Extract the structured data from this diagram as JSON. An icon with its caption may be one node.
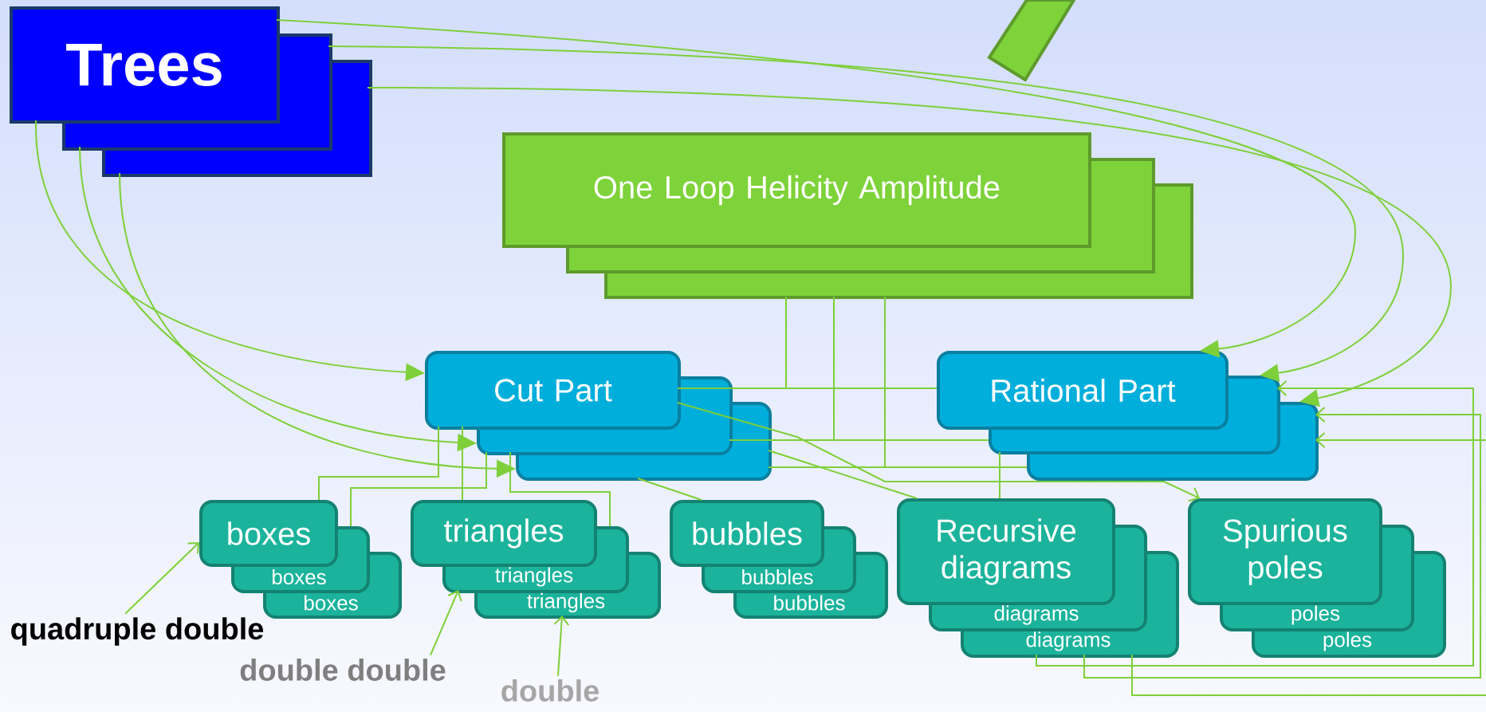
{
  "diagram": {
    "nodes": [
      {
        "text": [
          "Trees"
        ]
      },
      {
        "text": [
          "One Loop Helicity Amplitude"
        ]
      },
      {
        "text": [
          "Cut Part"
        ]
      },
      {
        "text": [
          "Rational Part"
        ]
      },
      {
        "text": [
          "boxes",
          "boxes",
          "boxes"
        ]
      },
      {
        "text": [
          "triangles",
          "triangles",
          "triangles"
        ]
      },
      {
        "text": [
          "bubbles",
          "bubbles",
          "bubbles"
        ]
      },
      {
        "text": [
          "Recursive diagrams",
          "diagrams",
          "diagrams"
        ]
      },
      {
        "text": [
          "Spurious poles",
          "poles",
          "poles"
        ]
      },
      {
        "text": [
          "quadruple double"
        ]
      },
      {
        "text": [
          "double double"
        ]
      },
      {
        "text": [
          "double"
        ]
      },
      {
        "text": [],
        "shape": "bar"
      }
    ],
    "edges": [
      {
        "from": 0,
        "to": 2,
        "arrow": "to"
      },
      {
        "from": 0,
        "to": 2,
        "arrow": "to"
      },
      {
        "from": 0,
        "to": 2,
        "arrow": "to"
      },
      {
        "from": 0,
        "to": 3,
        "arrow": "to"
      },
      {
        "from": 0,
        "to": 3,
        "arrow": "to"
      },
      {
        "from": 0,
        "to": 3,
        "arrow": "to"
      },
      {
        "from": 1,
        "to": 2,
        "arrow": "none"
      },
      {
        "from": 1,
        "to": 3,
        "arrow": "none"
      },
      {
        "from": 1,
        "to": 2,
        "arrow": "none"
      },
      {
        "from": 1,
        "to": 3,
        "arrow": "none"
      },
      {
        "from": 1,
        "to": 2,
        "arrow": "none"
      },
      {
        "from": 1,
        "to": 3,
        "arrow": "none"
      },
      {
        "from": 2,
        "to": 4,
        "arrow": "none"
      },
      {
        "from": 2,
        "to": 5,
        "arrow": "none"
      },
      {
        "from": 2,
        "to": 6,
        "arrow": "none"
      },
      {
        "from": 2,
        "to": 4,
        "arrow": "none"
      },
      {
        "from": 2,
        "to": 5,
        "arrow": "none"
      },
      {
        "from": 2,
        "to": 8,
        "arrow": "to"
      },
      {
        "from": 2,
        "to": 7,
        "arrow": "none"
      },
      {
        "from": 3,
        "to": 7,
        "arrow": "none"
      },
      {
        "from": 7,
        "to": 3,
        "arrow": "to"
      },
      {
        "from": 7,
        "to": 3,
        "arrow": "to"
      },
      {
        "from": 7,
        "to": null,
        "arrow": "none"
      },
      {
        "from": null,
        "to": 3,
        "arrow": "to"
      },
      {
        "from": 9,
        "to": 4,
        "arrow": "to"
      },
      {
        "from": 10,
        "to": 5,
        "arrow": "to"
      },
      {
        "from": 11,
        "to": 5,
        "arrow": "to"
      }
    ]
  }
}
